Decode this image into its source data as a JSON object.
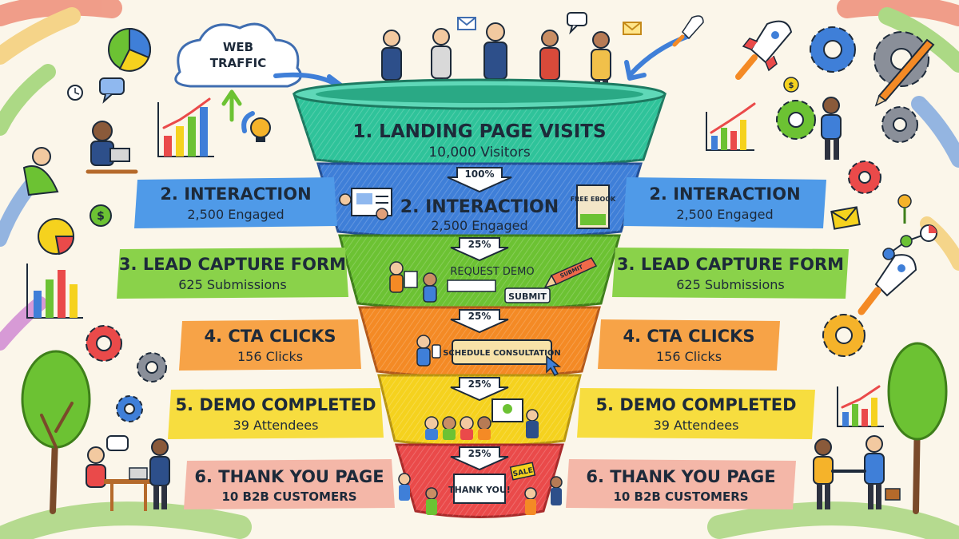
{
  "cloud": {
    "line1": "WEB",
    "line2": "TRAFFIC"
  },
  "stages": [
    {
      "title": "1. LANDING PAGE VISITS",
      "sub": "10,000 Visitors",
      "color": "#2fc39a"
    },
    {
      "title": "2. INTERACTION",
      "sub": "2,500 Engaged",
      "color": "#3f7fd8"
    },
    {
      "title": "3. LEAD CAPTURE FORM",
      "sub": "625 Submissions",
      "color": "#6cc233"
    },
    {
      "title": "4. CTA CLICKS",
      "sub": "156 Clicks",
      "color": "#f48a25"
    },
    {
      "title": "5. DEMO COMPLETED",
      "sub": "39 Attendees",
      "color": "#f5d21e"
    },
    {
      "title": "6. THANK YOU PAGE",
      "sub": "10 B2B CUSTOMERS",
      "color": "#ea4a4a"
    }
  ],
  "inner": {
    "interaction_title": "2. INTERACTION",
    "interaction_sub": "2,500 Engaged",
    "free_ebook": "FREE EBOOK",
    "request_demo": "REQUEST DEMO",
    "submit_button": "SUBMIT",
    "submit_pencil": "SUBMIT",
    "schedule": "SCHEDULE CONSULTATION",
    "thank_you": "THANK YOU!",
    "sale": "SALE"
  },
  "percents": [
    "100%",
    "25%",
    "25%",
    "25%",
    "25%"
  ],
  "colors": {
    "teal": "#2fc39a",
    "blue": "#3f7fd8",
    "green": "#6cc233",
    "orange": "#f48a25",
    "yellow": "#f5d21e",
    "red": "#ea4a4a",
    "ink": "#1d2a3a",
    "paper": "#fbf6ea"
  },
  "icons": [
    "cloud-icon",
    "rocket-icon",
    "gear-icon",
    "bar-chart-icon",
    "pie-chart-icon",
    "envelope-icon",
    "speech-bubble-icon",
    "tree-icon",
    "cursor-icon",
    "pencil-icon",
    "lightbulb-icon",
    "person-icon"
  ]
}
